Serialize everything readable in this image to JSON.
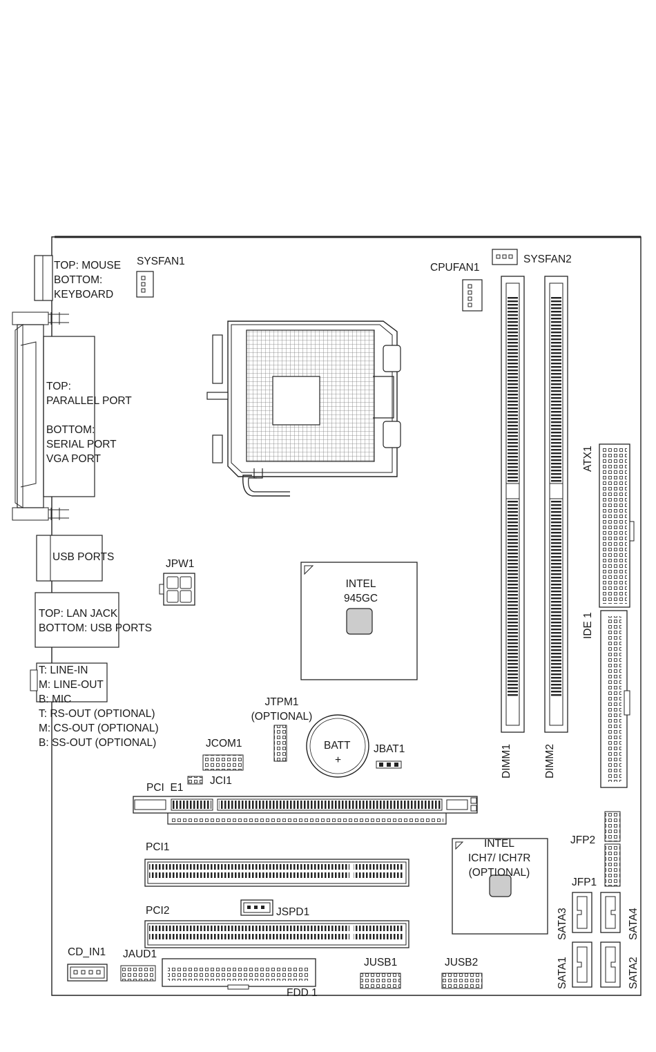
{
  "io_labels": {
    "mouse_kb": [
      "TOP: MOUSE",
      "BOTTOM:",
      "KEYBOARD"
    ],
    "parallel": [
      "TOP:",
      "PARALLEL PORT",
      "",
      "BOTTOM:",
      "SERIAL PORT",
      "VGA PORT"
    ],
    "usb": "USB PORTS",
    "lan": [
      "TOP: LAN JACK",
      "BOTTOM: USB PORTS"
    ],
    "audio": [
      "T: LINE-IN",
      "M: LINE-OUT",
      "B: MIC",
      "T: RS-OUT (OPTIONAL)",
      "M: CS-OUT (OPTIONAL)",
      "B: SS-OUT (OPTIONAL)"
    ]
  },
  "connectors": {
    "sysfan1": "SYSFAN1",
    "sysfan2": "SYSFAN2",
    "cpufan1": "CPUFAN1",
    "jpw1": "JPW1",
    "atx1": "ATX1",
    "ide1": "IDE 1",
    "dimm1": "DIMM1",
    "dimm2": "DIMM2",
    "jtpm1": "JTPM1",
    "jtpm1_note": "(OPTIONAL)",
    "batt": "BATT",
    "batt_plus": "+",
    "jbat1": "JBAT1",
    "jcom1": "JCOM1",
    "jci1": "JCI1",
    "pcie1": "PCI  E1",
    "pci1": "PCI1",
    "pci2": "PCI2",
    "jspd1": "JSPD1",
    "cd_in1": "CD_IN1",
    "jaud1": "JAUD1",
    "fdd1": "FDD 1",
    "jusb1": "JUSB1",
    "jusb2": "JUSB2",
    "jfp2": "JFP2",
    "jfp1": "JFP1",
    "sata1": "SATA1",
    "sata2": "SATA2",
    "sata3": "SATA3",
    "sata4": "SATA4"
  },
  "chips": {
    "northbridge": [
      "INTEL",
      "945GC"
    ],
    "southbridge": [
      "INTEL",
      "ICH7/ ICH7R",
      "(OPTIONAL)"
    ]
  }
}
